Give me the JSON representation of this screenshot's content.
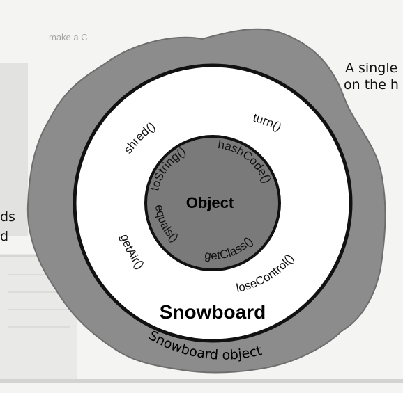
{
  "annotation": {
    "line1": "A single",
    "line2": "on the h"
  },
  "left_fragments": {
    "line1": "ds",
    "line2": "d"
  },
  "top_faint_text": "make a C",
  "blob_label": "Snowboard object",
  "outer_circle": {
    "label": "Snowboard",
    "methods": [
      "shred()",
      "turn()",
      "getAir()",
      "loseControl()"
    ]
  },
  "inner_circle": {
    "label": "Object",
    "methods": [
      "toString()",
      "hashCode()",
      "equals()",
      "getClass()"
    ]
  },
  "colors": {
    "blob": "#8c8c8c",
    "blob_edge": "#6e6e6e",
    "inner_circle": "#7a7a7a",
    "background": "#f4f4f2"
  }
}
